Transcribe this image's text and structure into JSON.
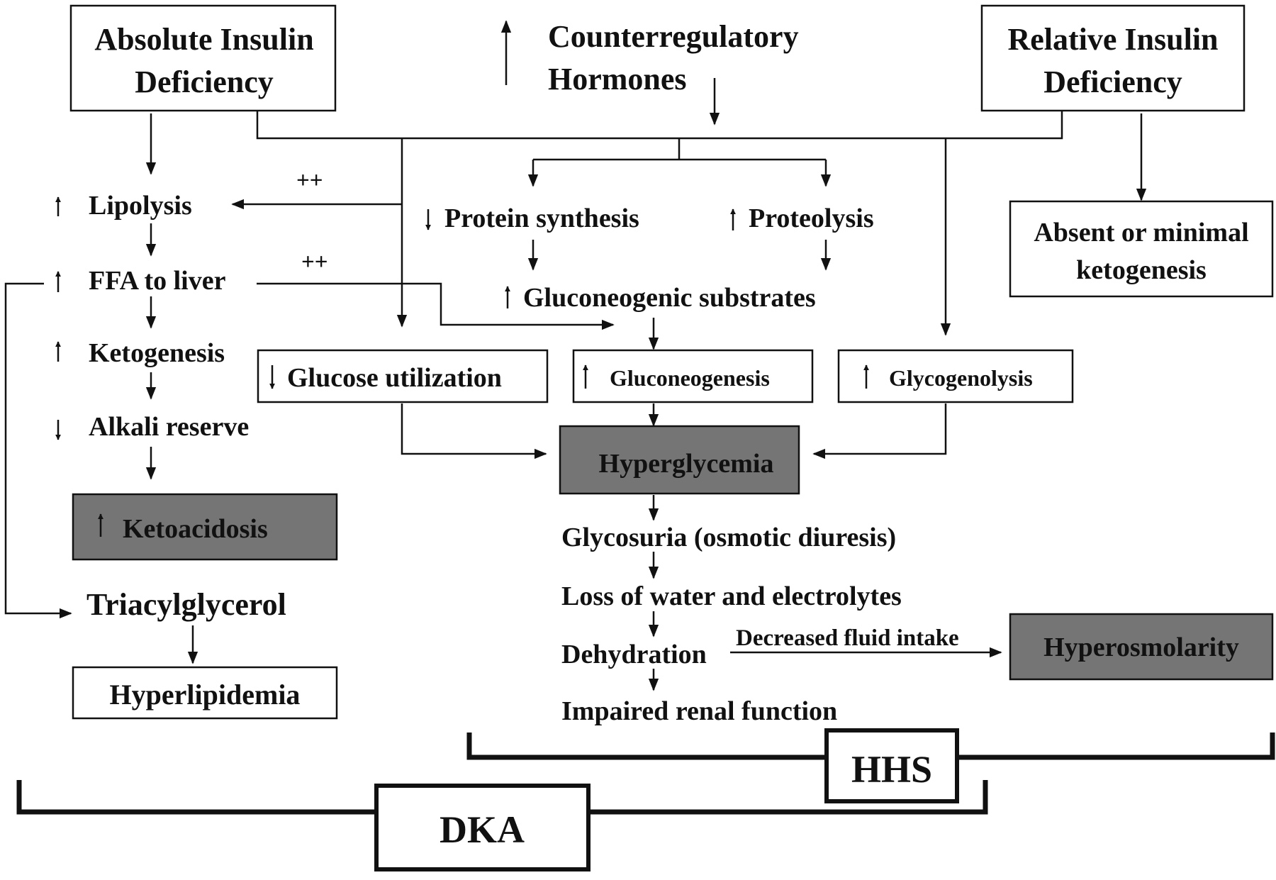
{
  "colors": {
    "shaded_box": "#757575",
    "line": "#111111",
    "background": "#ffffff"
  },
  "nodes": {
    "absolute_insulin": {
      "line1": "Absolute Insulin",
      "line2": "Deficiency"
    },
    "counterregulatory": {
      "line1": "Counterregulatory",
      "line2": "Hormones"
    },
    "relative_insulin": {
      "line1": "Relative Insulin",
      "line2": "Deficiency"
    },
    "lipolysis": "Lipolysis",
    "ffa_to_liver": "FFA to liver",
    "ketogenesis": "Ketogenesis",
    "alkali_reserve": "Alkali reserve",
    "ketoacidosis": "Ketoacidosis",
    "triacylglycerol": "Triacylglycerol",
    "hyperlipidemia": "Hyperlipidemia",
    "protein_synthesis": "Protein synthesis",
    "proteolysis": "Proteolysis",
    "gluconeogenic_substrates": "Gluconeogenic substrates",
    "glucose_utilization": "Glucose utilization",
    "gluconeogenesis": "Gluconeogenesis",
    "glycogenolysis": "Glycogenolysis",
    "hyperglycemia": "Hyperglycemia",
    "absent_ketogenesis": {
      "line1": "Absent or minimal",
      "line2": "ketogenesis"
    },
    "glycosuria": "Glycosuria (osmotic diuresis)",
    "loss_water": "Loss of water and electrolytes",
    "dehydration": "Dehydration",
    "decreased_fluid": "Decreased fluid intake",
    "hyperosmolarity": "Hyperosmolarity",
    "impaired_renal": "Impaired renal function"
  },
  "edge_labels": {
    "lipolysis_plus": "++",
    "ffa_plus": "++"
  },
  "brackets": {
    "hhs": "HHS",
    "dka": "DKA"
  },
  "icons": {
    "increase": "up-arrow-icon",
    "decrease": "down-arrow-icon"
  }
}
